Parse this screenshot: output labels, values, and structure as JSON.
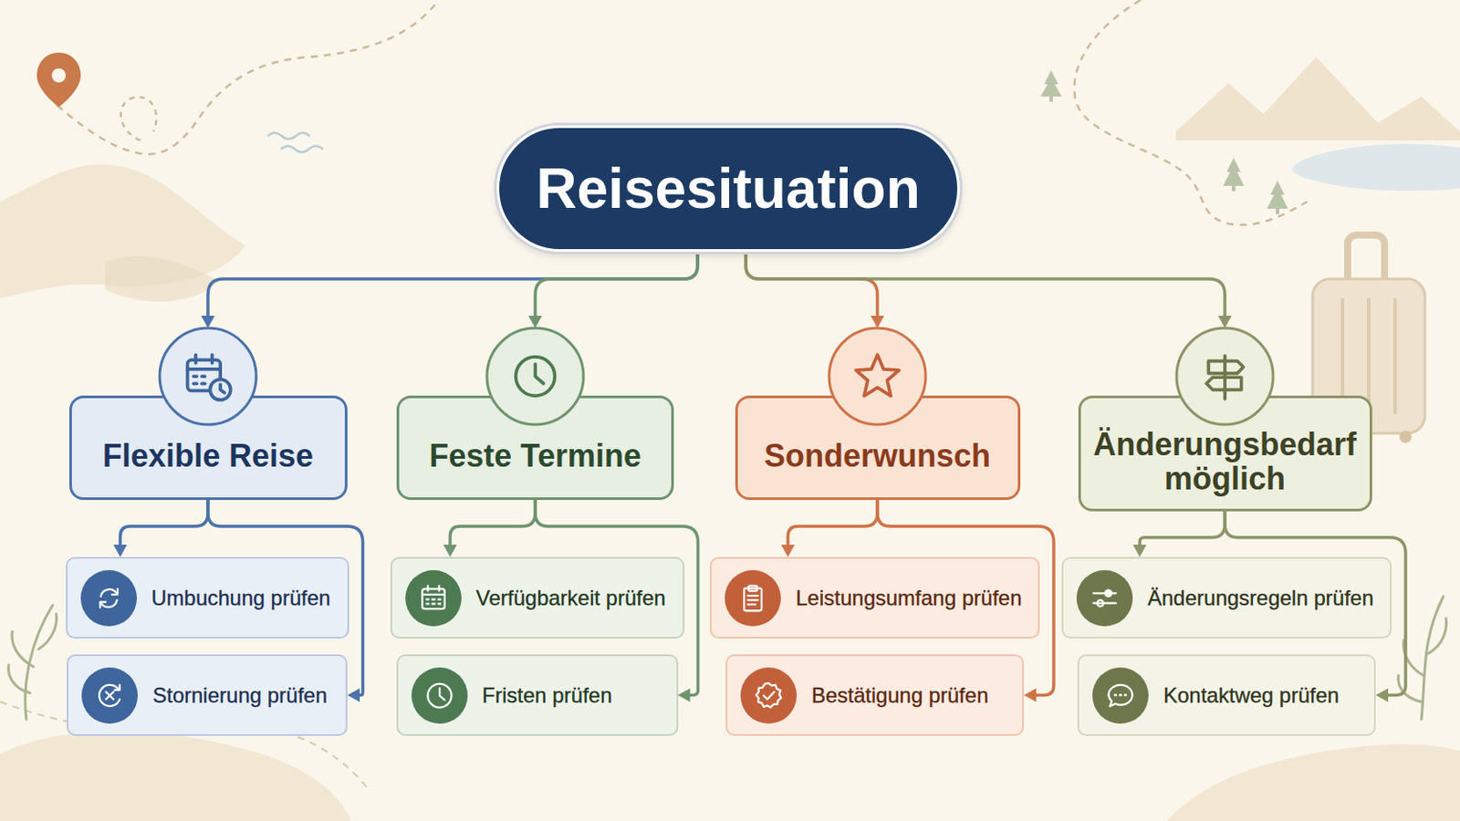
{
  "diagram": {
    "nodes": [
      {
        "text": [
          "Reisesituation"
        ]
      },
      {
        "text": [
          "Flexible Reise"
        ]
      },
      {
        "text": [
          "Feste Termine"
        ]
      },
      {
        "text": [
          "Sonderwunsch"
        ]
      },
      {
        "text": [
          "Änderungsbedarf möglich"
        ]
      },
      {
        "text": [
          "Umbuchung prüfen"
        ]
      },
      {
        "text": [
          "Stornierung prüfen"
        ]
      },
      {
        "text": [
          "Verfügbarkeit prüfen"
        ]
      },
      {
        "text": [
          "Fristen prüfen"
        ]
      },
      {
        "text": [
          "Leistungsumfang prüfen"
        ]
      },
      {
        "text": [
          "Bestätigung prüfen"
        ]
      },
      {
        "text": [
          "Änderungsregeln prüfen"
        ]
      },
      {
        "text": [
          "Kontaktweg prüfen"
        ]
      }
    ],
    "edges": [
      {
        "from": 0,
        "to": 1,
        "arrow": "to"
      },
      {
        "from": 0,
        "to": 2,
        "arrow": "to"
      },
      {
        "from": 0,
        "to": 3,
        "arrow": "to"
      },
      {
        "from": 0,
        "to": 4,
        "arrow": "to"
      },
      {
        "from": 1,
        "to": 5,
        "arrow": "to"
      },
      {
        "from": 1,
        "to": 6,
        "arrow": "to"
      },
      {
        "from": 2,
        "to": 7,
        "arrow": "to"
      },
      {
        "from": 2,
        "to": 8,
        "arrow": "to"
      },
      {
        "from": 3,
        "to": 9,
        "arrow": "to"
      },
      {
        "from": 3,
        "to": 10,
        "arrow": "to"
      },
      {
        "from": 4,
        "to": 11,
        "arrow": "to"
      },
      {
        "from": 4,
        "to": 12,
        "arrow": "to"
      }
    ]
  }
}
